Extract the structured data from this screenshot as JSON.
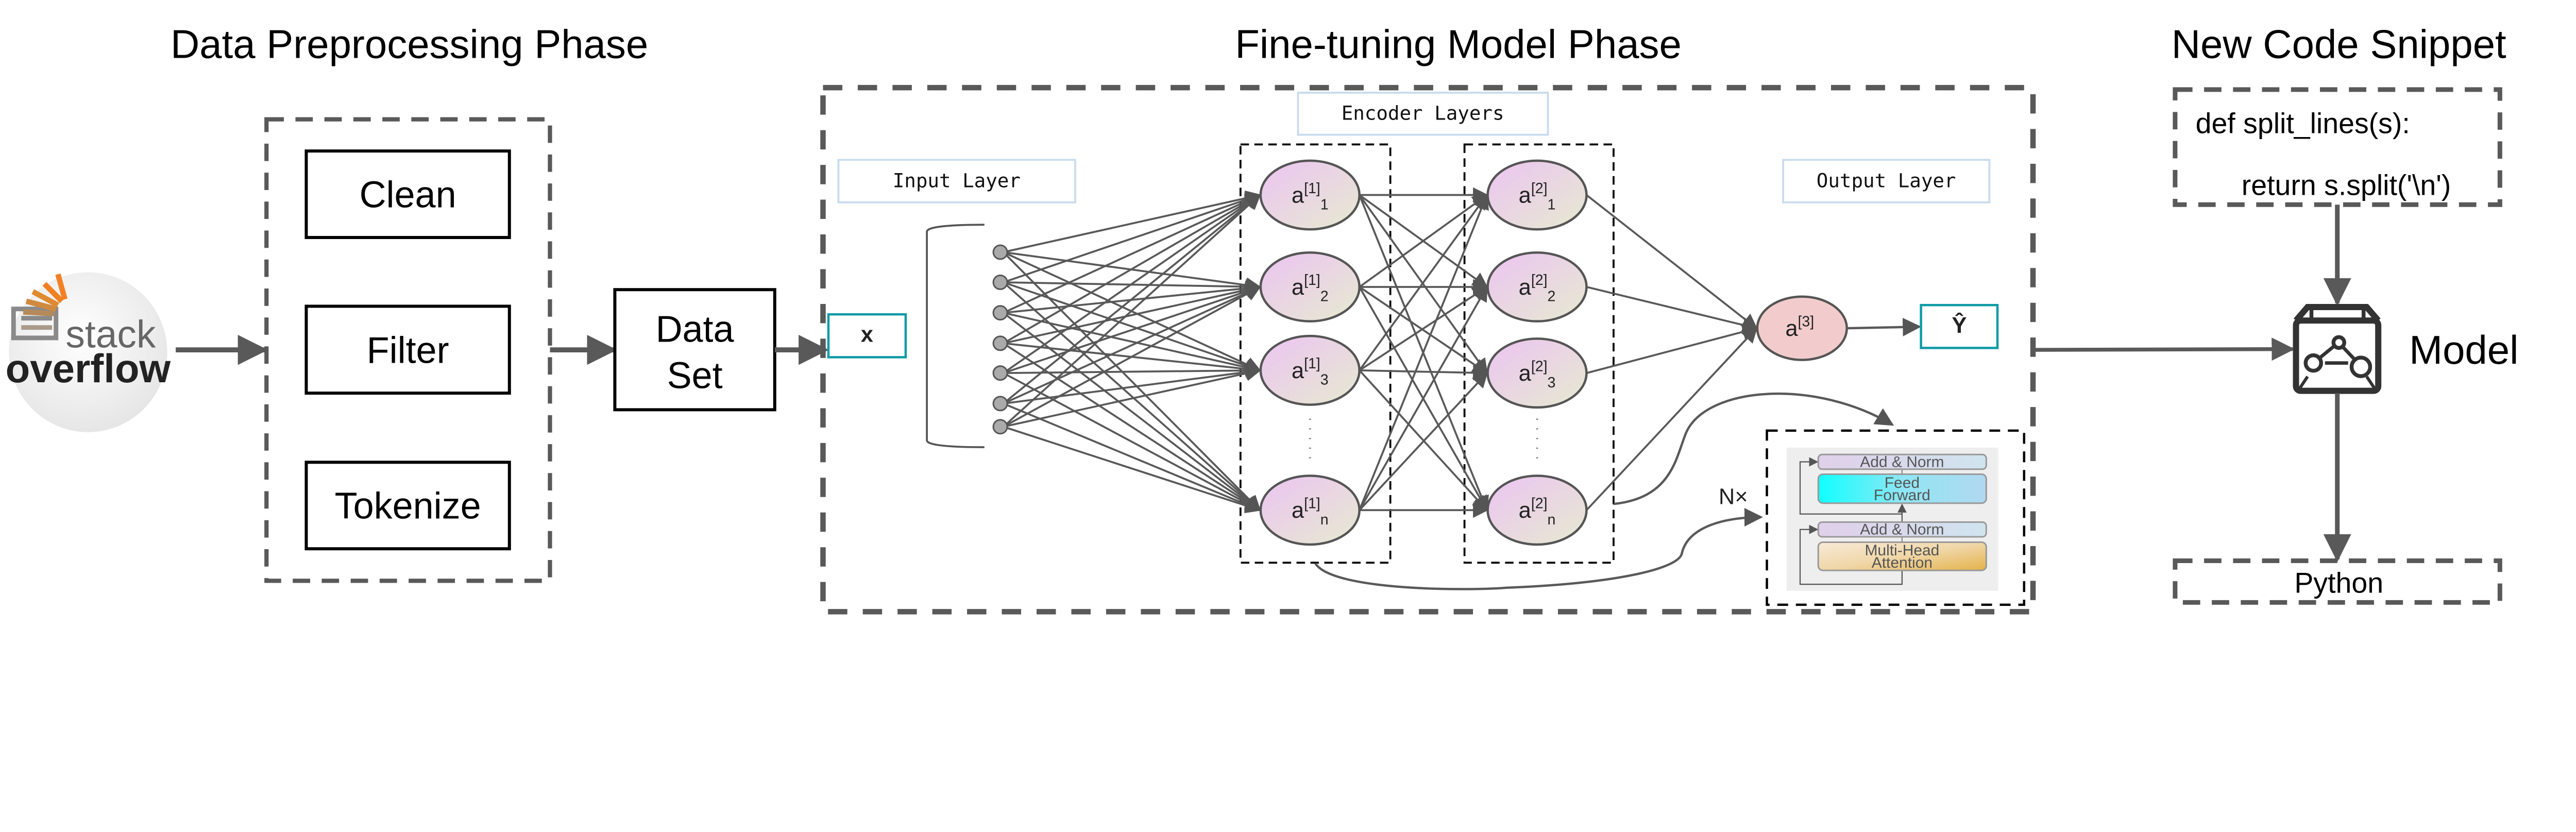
{
  "titles": {
    "preprocessing": "Data Preprocessing Phase",
    "finetuning": "Fine-tuning Model Phase",
    "snippet": "New Code Snippet"
  },
  "source_logo": {
    "line1": "stack",
    "line2": "overflow"
  },
  "preprocessing_steps": [
    "Clean",
    "Filter",
    "Tokenize"
  ],
  "dataset": {
    "line1": "Data",
    "line2": "Set"
  },
  "network": {
    "input_layer_label": "Input Layer",
    "encoder_layers_label": "Encoder Layers",
    "output_layer_label": "Output Layer",
    "input_symbol": "x",
    "output_symbol": "Ŷ",
    "layer1": [
      {
        "base": "a",
        "sup": "[1]",
        "sub": "1"
      },
      {
        "base": "a",
        "sup": "[1]",
        "sub": "2"
      },
      {
        "base": "a",
        "sup": "[1]",
        "sub": "3"
      },
      {
        "base": "a",
        "sup": "[1]",
        "sub": "n"
      }
    ],
    "layer2": [
      {
        "base": "a",
        "sup": "[2]",
        "sub": "1"
      },
      {
        "base": "a",
        "sup": "[2]",
        "sub": "2"
      },
      {
        "base": "a",
        "sup": "[2]",
        "sub": "3"
      },
      {
        "base": "a",
        "sup": "[2]",
        "sub": "n"
      }
    ],
    "output_node": {
      "base": "a",
      "sup": "[3]"
    },
    "repeat_label": "N×"
  },
  "transformer_block": {
    "add_norm_top": "Add & Norm",
    "feed_forward": [
      "Feed",
      "Forward"
    ],
    "add_norm_bottom": "Add & Norm",
    "attention": [
      "Multi-Head",
      "Attention"
    ]
  },
  "code_snippet": {
    "line1": "def split_lines(s):",
    "line2": "return s.split('\\n')"
  },
  "model_label": "Model",
  "language_label": "Python",
  "colors": {
    "dashed": "#595959",
    "arrow": "#595959",
    "teal": "#0e9aa7",
    "node_fill_start": "#e9c6f0",
    "node_fill_end": "#e8e8d0",
    "output_node_fill": "#f2cccc",
    "label_box_border": "#c9dbee"
  }
}
